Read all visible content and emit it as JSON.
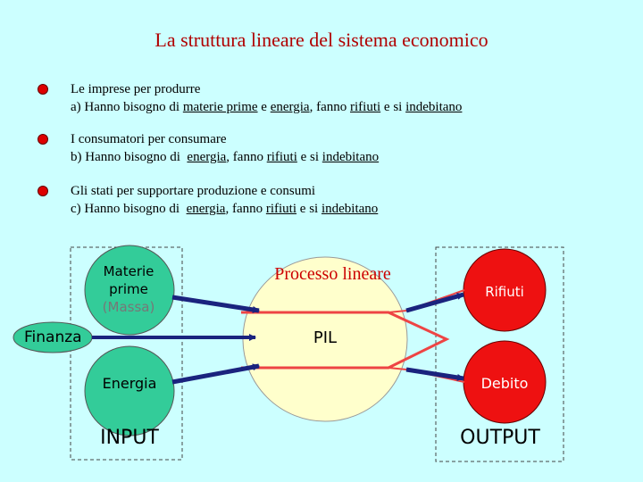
{
  "title": "La struttura lineare del sistema economico",
  "bullets": [
    {
      "line1": "Le imprese per produrre",
      "line2_prefix": "a) Hanno bisogno di ",
      "ul1": "materie prime",
      "mid1": " e ",
      "ul2": "energia",
      "mid2": ", fanno ",
      "ul3": "rifiuti",
      "mid3": " e si ",
      "ul4": "indebitano"
    },
    {
      "line1": "I consumatori per consumare",
      "line2_prefix": "b) Hanno bisogno di  ",
      "ul2": "energia",
      "mid2": ", fanno ",
      "ul3": "rifiuti",
      "mid3": " e si ",
      "ul4": "indebitano"
    },
    {
      "line1": "Gli stati per supportare produzione e consumi",
      "line2_prefix": "c) Hanno bisogno di  ",
      "ul2": "energia",
      "mid2": ", fanno ",
      "ul3": "rifiuti",
      "mid3": " e si ",
      "ul4": "indebitano"
    }
  ],
  "diagram": {
    "materie_line1": "Materie",
    "materie_line2": "prime",
    "materie_line3": "(Massa)",
    "finanza": "Finanza",
    "energia": "Energia",
    "input": "INPUT",
    "processo": "Processo lineare",
    "pil": "PIL",
    "rifiuti": "Rifiuti",
    "debito": "Debito",
    "output": "OUTPUT"
  },
  "colors": {
    "background": "#ccffff",
    "title": "#b00000",
    "bullet": "#dd0000",
    "input_circles": "#33cc99",
    "process_circle": "#ffffcc",
    "output_circles": "#ee1111",
    "arrows": "#1a237e",
    "triangle": "#ee4444"
  }
}
